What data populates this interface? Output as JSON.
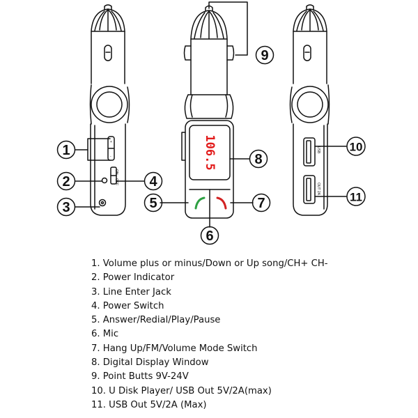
{
  "display": {
    "frequency": "106.5"
  },
  "device_labels": {
    "on": "ON",
    "off": "OFF",
    "usb_port": "USB",
    "usb_out": "OUT 2A"
  },
  "callouts": [
    "1",
    "2",
    "3",
    "4",
    "5",
    "6",
    "7",
    "8",
    "9",
    "10",
    "11"
  ],
  "legend": [
    "1. Volume plus or minus/Down or Up song/CH+ CH-",
    "2. Power Indicator",
    "3. Line Enter Jack",
    "4. Power Switch",
    "5. Answer/Redial/Play/Pause",
    "6. Mic",
    "7. Hang Up/FM/Volume Mode Switch",
    "8. Digital Display Window",
    "9. Point Butts 9V-24V",
    "10. U Disk Player/ USB Out 5V/2A(max)",
    "11. USB Out 5V/2A (Max)"
  ],
  "colors": {
    "display": "#e21b1b",
    "answer": "#2ea043",
    "hangup": "#d22222",
    "line": "#111111"
  }
}
